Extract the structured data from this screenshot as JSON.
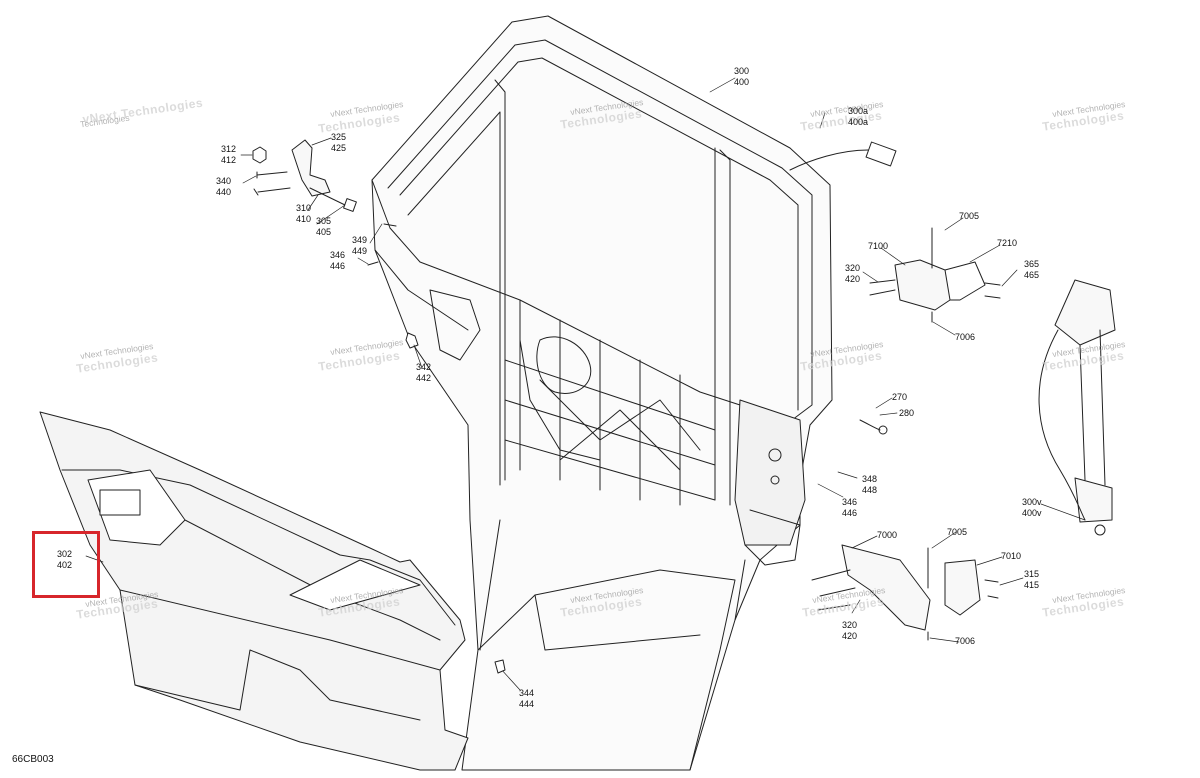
{
  "document_id": "66CB003",
  "watermark": {
    "line1": "vNext Technologies",
    "line2": "Technologies"
  },
  "callouts": {
    "c300": [
      "300",
      "400"
    ],
    "c300a": [
      "300a",
      "400a"
    ],
    "c312": [
      "312",
      "412"
    ],
    "c325": [
      "325",
      "425"
    ],
    "c340": [
      "340",
      "440"
    ],
    "c310": [
      "310",
      "410"
    ],
    "c305": [
      "305",
      "405"
    ],
    "c349": [
      "349",
      "449"
    ],
    "c346a": [
      "346",
      "446"
    ],
    "c342": [
      "342",
      "442"
    ],
    "c7005a": [
      "7005"
    ],
    "c7100": [
      "7100"
    ],
    "c7210": [
      "7210"
    ],
    "c320a": [
      "320",
      "420"
    ],
    "c365": [
      "365",
      "465"
    ],
    "c7006a": [
      "7006"
    ],
    "c270": [
      "270"
    ],
    "c280": [
      "280"
    ],
    "c348": [
      "348",
      "448"
    ],
    "c346b": [
      "346",
      "446"
    ],
    "c300v": [
      "300v",
      "400v"
    ],
    "c302": [
      "302",
      "402"
    ],
    "c7000": [
      "7000"
    ],
    "c7005b": [
      "7005"
    ],
    "c7010": [
      "7010"
    ],
    "c315": [
      "315",
      "415"
    ],
    "c320b": [
      "320",
      "420"
    ],
    "c7006b": [
      "7006"
    ],
    "c344": [
      "344",
      "444"
    ]
  },
  "highlighted_callout": "302 / 402",
  "colors": {
    "line": "#222222",
    "highlight": "#d7262b",
    "watermark": "#9a9a9a",
    "panel_fill": "#f4f4f4"
  }
}
